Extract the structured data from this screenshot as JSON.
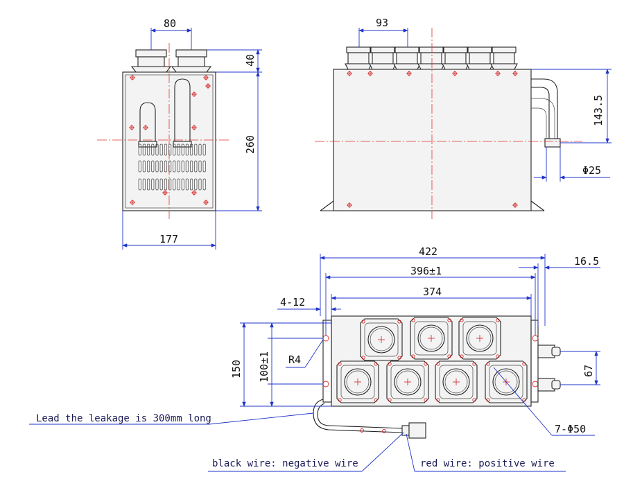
{
  "dimensions": {
    "front_pitch": "80",
    "front_flange_height": "40",
    "front_height": "260",
    "front_width": "177",
    "side_pitch": "93",
    "side_pipe_offset": "143.5",
    "pipe_diameter": "Φ25",
    "overall_length": "422",
    "hole_span": "396±1",
    "body_length": "374",
    "side_offset": "16.5",
    "mount_holes": "4-12",
    "corner_radius": "R4",
    "depth": "150",
    "hole_pitch_depth": "100±1",
    "pipe_pitch": "67",
    "port_count": "7-Φ50"
  },
  "notes": {
    "lead": "Lead the leakage is 300mm long",
    "black_wire": "black wire: negative wire",
    "red_wire": "red wire: positive wire"
  },
  "colors": {
    "dimension": "#1f33cc",
    "centerline": "#e03030",
    "outline": "#222222"
  }
}
